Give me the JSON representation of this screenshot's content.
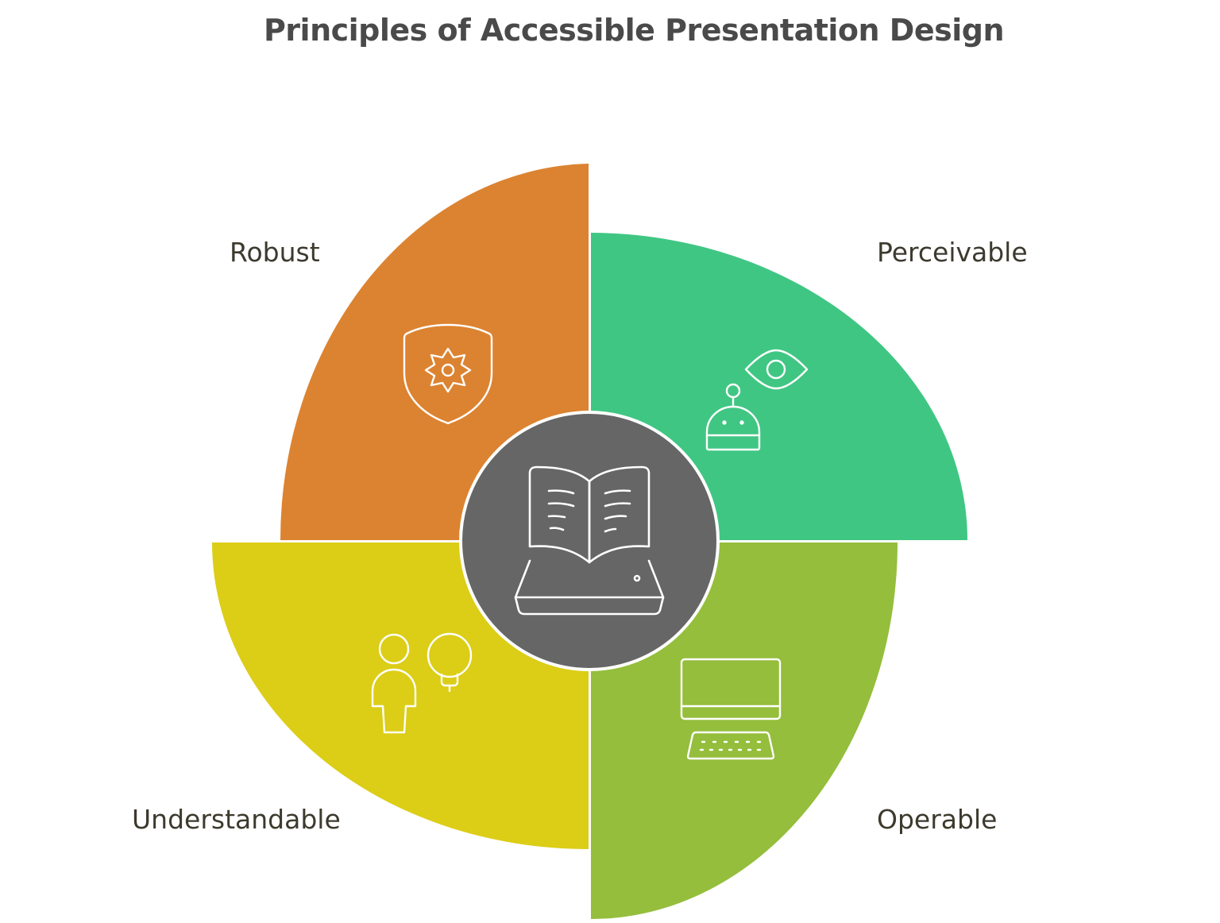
{
  "title": "Principles of Accessible Presentation Design",
  "center": {
    "icon": "open-book-on-laptop-icon",
    "color": "#666666"
  },
  "segments": [
    {
      "key": "robust",
      "label": "Robust",
      "color": "#dc8331",
      "icon": "shield-gear-icon"
    },
    {
      "key": "perceivable",
      "label": "Perceivable",
      "color": "#40c683",
      "icon": "eye-and-robot-icon"
    },
    {
      "key": "understandable",
      "label": "Understandable",
      "color": "#dccd17",
      "icon": "person-with-lightbulb-icon"
    },
    {
      "key": "operable",
      "label": "Operable",
      "color": "#94be3c",
      "icon": "computer-and-keyboard-icon"
    }
  ]
}
